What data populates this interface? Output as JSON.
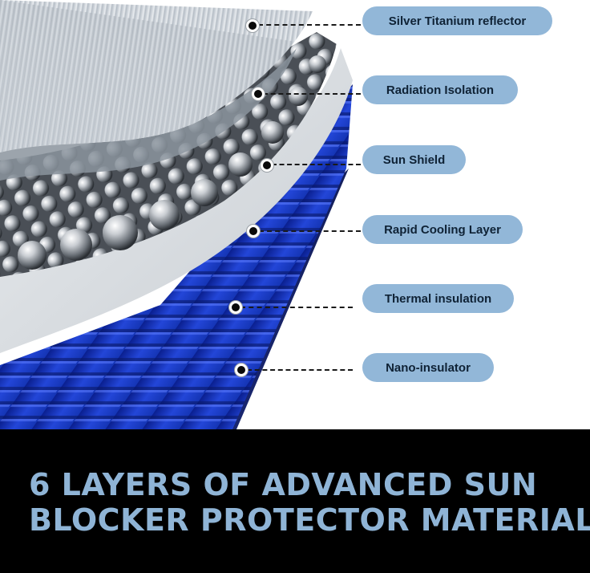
{
  "layers": [
    {
      "label": "Silver Titanium reflector"
    },
    {
      "label": "Radiation Isolation"
    },
    {
      "label": "Sun Shield"
    },
    {
      "label": "Rapid Cooling Layer"
    },
    {
      "label": "Thermal insulation"
    },
    {
      "label": "Nano-insulator"
    }
  ],
  "headline": {
    "line1": "6 LAYERS OF ADVANCED SUN",
    "line2": "BLOCKER PROTECTOR MATERIAL"
  },
  "colors": {
    "label_background": "#92b7d8",
    "headline_text": "#8fb4d6",
    "banner_background": "#000000",
    "blue_layer": "#1f3fd1"
  }
}
